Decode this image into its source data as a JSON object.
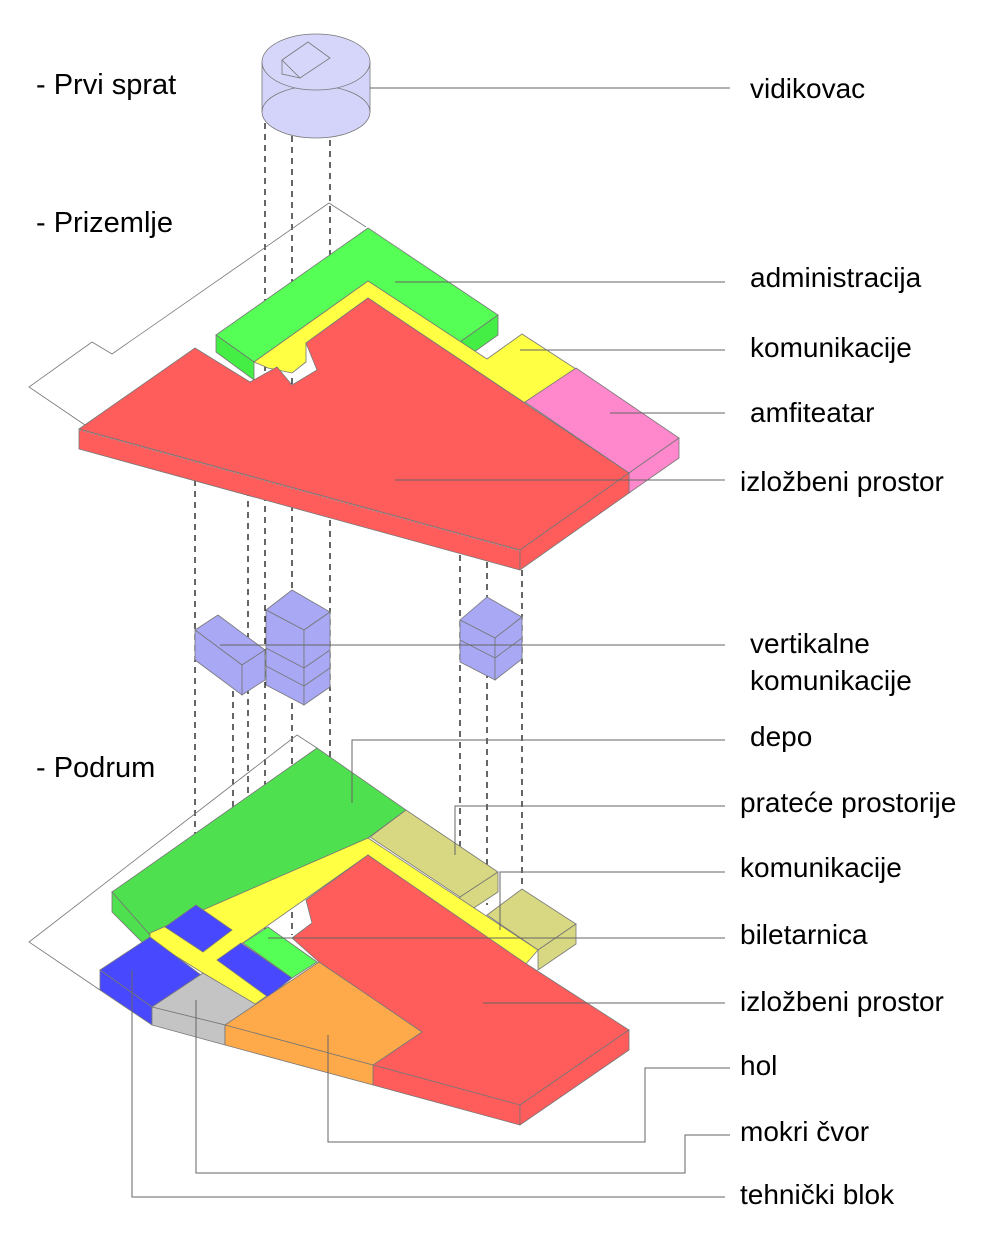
{
  "levels": {
    "first_floor": "- Prvi sprat",
    "ground_floor": "- Prizemlje",
    "basement": "- Podrum"
  },
  "labels": {
    "vidikovac": "vidikovac",
    "administracija": "administracija",
    "komunikacije_ground": "komunikacije",
    "amfiteatar": "amfiteatar",
    "izlozbeni_ground": "izložbeni prostor",
    "vertikalne_1": "vertikalne",
    "vertikalne_2": "komunikacije",
    "depo": "depo",
    "pratece": "prateće prostorije",
    "komunikacije_basement": "komunikacije",
    "biletarnica": "biletarnica",
    "izlozbeni_basement": "izložbeni prostor",
    "hol": "hol",
    "mokri_cvor": "mokri čvor",
    "tehnicki_blok": "tehnički blok"
  },
  "colors": {
    "vidikovac": "#d4d4fa",
    "administracija": "#55ff55",
    "depo": "#4fe04f",
    "komunikacije": "#ffff44",
    "amfiteatar": "#ff88cc",
    "izlozbeni": "#ff5c5c",
    "vertikalne": "#a8a8f5",
    "pratece": "#d8d882",
    "tehnicki": "#4848ff",
    "mokri": "#c4c4c4",
    "hol": "#ffaa4a",
    "biletarnica": "#55ff55"
  }
}
